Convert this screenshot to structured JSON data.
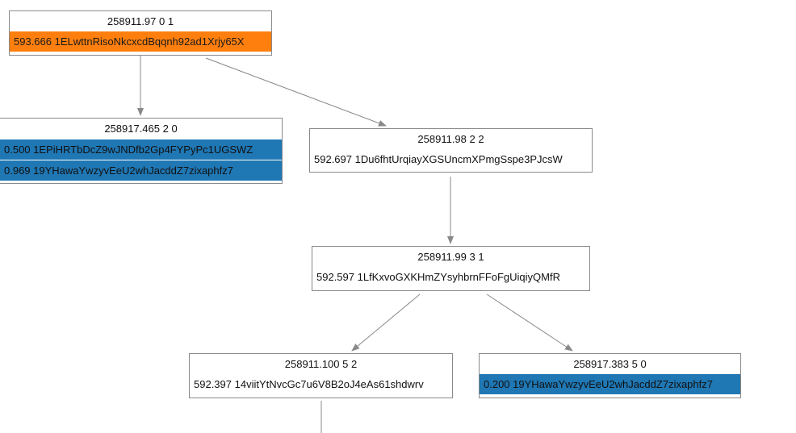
{
  "colors": {
    "coinbase": "#ff7f0e",
    "spent": "#1f77b4",
    "edge": "#888888",
    "border": "#8a8a8a"
  },
  "nodes": {
    "n1": {
      "header": "258911.97 0 1",
      "rows": [
        {
          "text": "593.666 1ELwttnRisoNkcxcdBqqnh92ad1Xrjy65X",
          "style": "orange"
        }
      ]
    },
    "n2": {
      "header": "258917.465 2 0",
      "rows": [
        {
          "text": "0.500 1EPiHRTbDcZ9wJNDfb2Gp4FYPyPc1UGSWZ",
          "style": "blue"
        },
        {
          "text": "0.969 19YHawaYwzyvEeU2whJacddZ7zixaphfz7",
          "style": "blue"
        }
      ]
    },
    "n3": {
      "header": "258911.98 2 2",
      "rows": [
        {
          "text": "592.697 1Du6fhtUrqiayXGSUncmXPmgSspe3PJcsW",
          "style": "plain"
        }
      ]
    },
    "n4": {
      "header": "258911.99 3 1",
      "rows": [
        {
          "text": "592.597 1LfKxvoGXKHmZYsyhbrnFFoFgUiqiyQMfR",
          "style": "plain"
        }
      ]
    },
    "n5": {
      "header": "258911.100 5 2",
      "rows": [
        {
          "text": "592.397 14viitYtNvcGc7u6V8B2oJ4eAs61shdwrv",
          "style": "plain"
        }
      ]
    },
    "n6": {
      "header": "258917.383 5 0",
      "rows": [
        {
          "text": "0.200 19YHawaYwzyvEeU2whJacddZ7zixaphfz7",
          "style": "blue"
        }
      ]
    }
  }
}
